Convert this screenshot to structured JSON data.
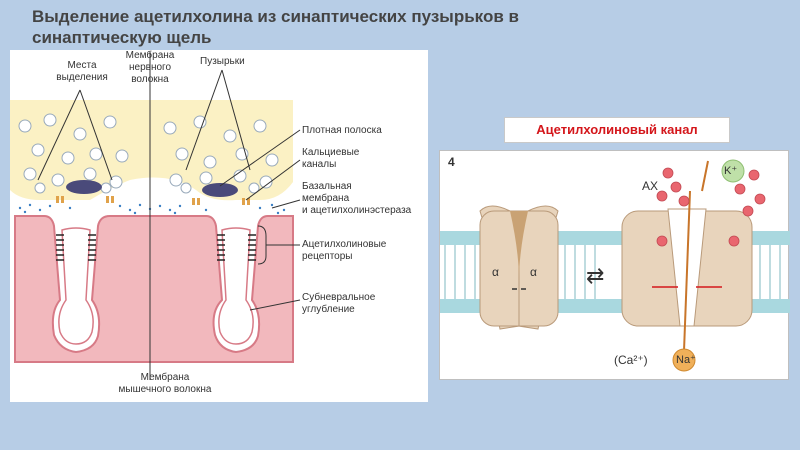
{
  "title": "Выделение ацетилхолина из синаптических пузырьков в синаптическую щель",
  "left_diagram": {
    "labels": {
      "release_sites": "Места\nвыделения",
      "nerve_membrane": "Мембрана\nнервного\nволокна",
      "vesicles": "Пузырьки",
      "dense_band": "Плотная полоска",
      "calcium_channels": "Кальциевые\nканалы",
      "basal_membrane": "Базальная\nмембрана\nи ацетилхолинэстераза",
      "ach_receptors": "Ацетилхолиновые\nрецепторы",
      "subneural_cleft": "Субневральное\nуглубление",
      "muscle_membrane": "Мембрана\nмышечного волокна"
    }
  },
  "channel_panel": {
    "title": "Ацетилхолиновый канал",
    "figure_number": "4",
    "ach_label": "АХ",
    "k_label": "K⁺",
    "alpha_left": "α",
    "alpha_right": "α",
    "ca_label": "(Ca²⁺)",
    "na_label": "Na⁺",
    "equilibrium_symbol": "⇄"
  },
  "colors": {
    "background": "#b7cde6",
    "nerve_terminal": "#fbf1c4",
    "muscle": "#f2b8bd",
    "muscle_edge": "#d77a86",
    "title_red": "#d4161b",
    "membrane_blue": "#a9d8df",
    "protein_tan": "#e8d4bc"
  }
}
